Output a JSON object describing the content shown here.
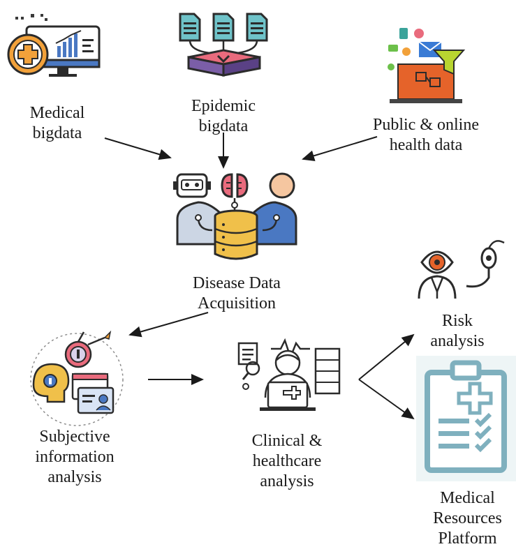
{
  "nodes": {
    "medical_bigdata": {
      "line1": "Medical",
      "line2": "bigdata",
      "icon": "medical-monitor-icon"
    },
    "epidemic_bigdata": {
      "line1": "Epidemic",
      "line2": "bigdata",
      "icon": "documents-funnel-icon"
    },
    "public_online": {
      "line1": "Public & online",
      "line2": "health data",
      "icon": "laptop-data-funnel-icon"
    },
    "acquisition": {
      "line1": "Disease Data",
      "line2": "Acquisition",
      "icon": "ai-database-icon"
    },
    "subjective": {
      "line1": "Subjective",
      "line2": "information",
      "line3": "analysis",
      "icon": "user-target-icon"
    },
    "clinical": {
      "line1": "Clinical &",
      "line2": "healthcare",
      "line3": "analysis",
      "icon": "doctor-laptop-icon"
    },
    "risk": {
      "line1": "Risk",
      "line2": "analysis",
      "icon": "eye-inspector-icon"
    },
    "resources": {
      "line1": "Medical",
      "line2": "Resources",
      "line3": "Platform",
      "icon": "clipboard-checklist-icon"
    }
  },
  "colors": {
    "outline": "#2b2b2b",
    "teal": "#6fc3c9",
    "blue": "#4a78c2",
    "orange": "#f2a13a",
    "pink": "#e96b7d",
    "purple": "#7b5ea7",
    "gold": "#f0c04a",
    "skin": "#f5c6a0",
    "steel": "#7fb0be"
  }
}
